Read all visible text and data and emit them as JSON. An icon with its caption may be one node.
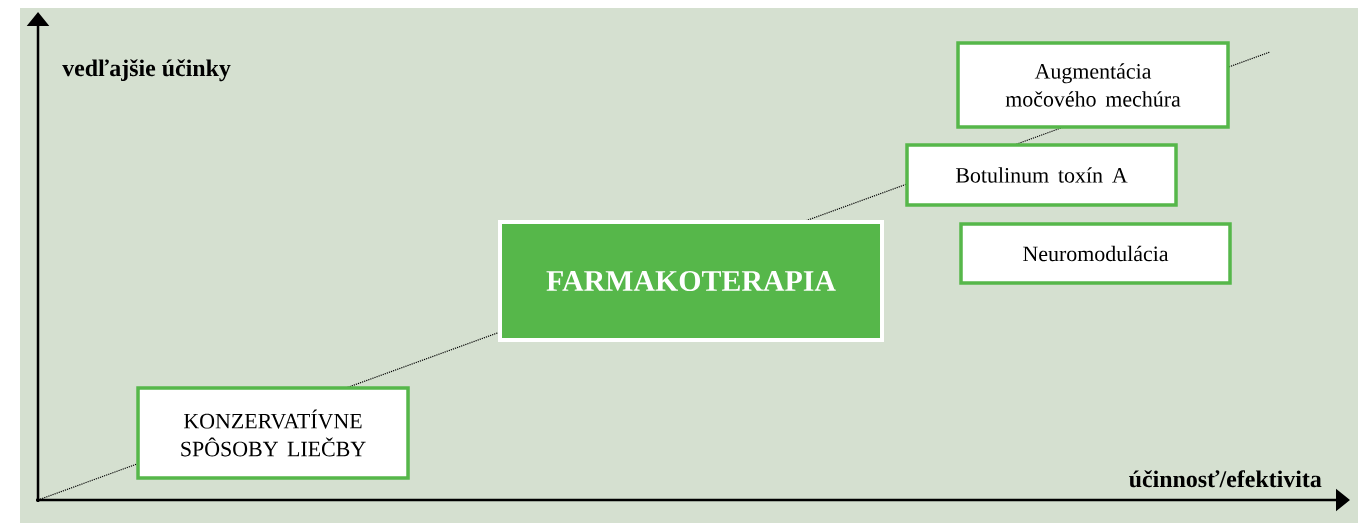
{
  "diagram": {
    "nodes": [
      {
        "text": [
          "KONZERVATÍVNE SPÔSOBY LIEČBY"
        ]
      },
      {
        "text": [
          "FARMAKOTERAPIA"
        ]
      },
      {
        "text": [
          "Augmentácia močového mechúra"
        ]
      },
      {
        "text": [
          "Botulinum toxín A"
        ]
      },
      {
        "text": [
          "Neuromodulácia"
        ]
      }
    ],
    "labels": [
      "vedľajšie účinky",
      "účinnosť/efektivita"
    ]
  }
}
